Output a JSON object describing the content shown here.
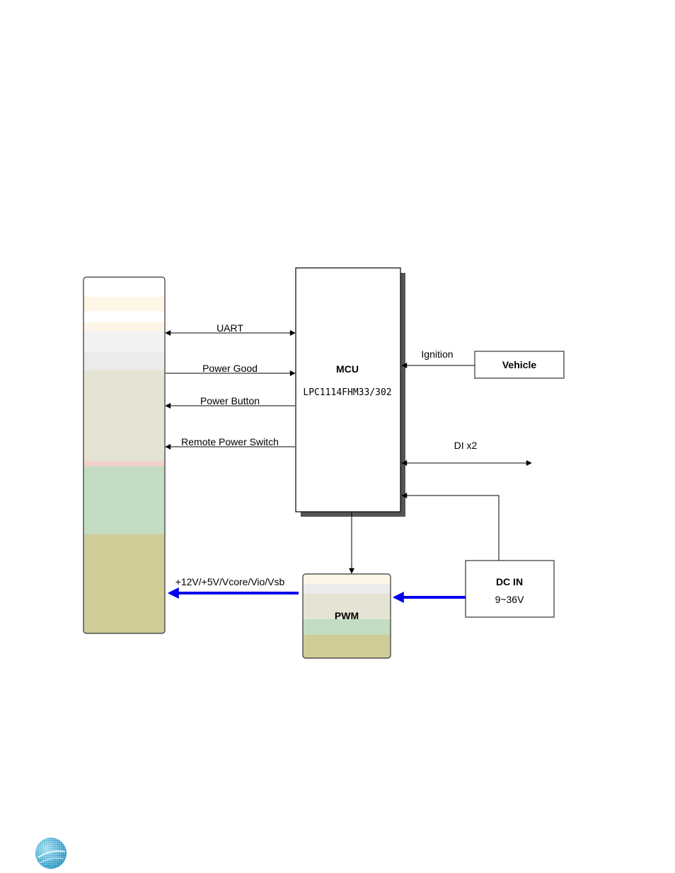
{
  "diagram": {
    "signals": {
      "uart": "UART",
      "power_good": "Power Good",
      "power_button": "Power Button",
      "remote_power_switch": "Remote Power Switch",
      "ignition": "Ignition",
      "di": "DI x2",
      "power_rails": "+12V/+5V/Vcore/Vio/Vsb"
    },
    "blocks": {
      "mcu_title": "MCU",
      "mcu_part": "LPC1114FHM33/302",
      "vehicle": "Vehicle",
      "pwm": "PWM",
      "dc_in_title": "DC IN",
      "dc_in_range": "9~36V"
    }
  },
  "colors": {
    "power_arrow": "#0000ee",
    "line": "#000000",
    "band_cream": "#fdf6e6",
    "band_grey": "#ebebeb",
    "band_beige": "#e5e4d4",
    "band_pink": "#f0d2c8",
    "band_green": "#c3dcc2",
    "band_olive": "#cfcc98"
  },
  "logo": {
    "icon": "company-globe-icon"
  }
}
